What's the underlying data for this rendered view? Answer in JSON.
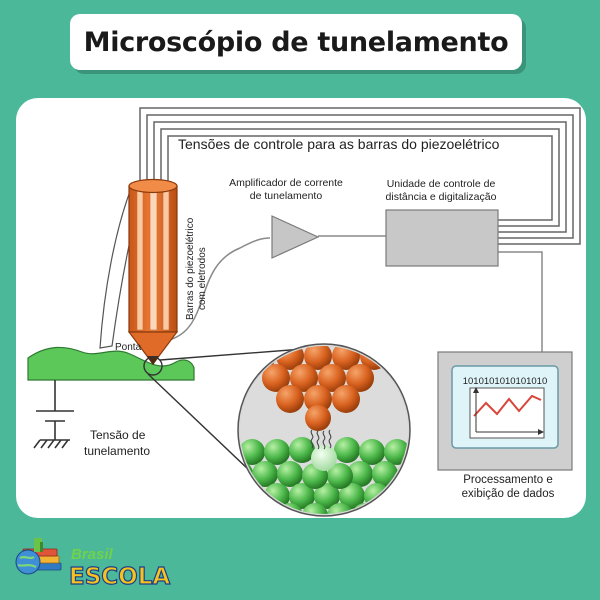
{
  "title": "Microscópio de tunelamento",
  "labels": {
    "control_voltages": "Tensões de controle para as barras do piezoelétrico",
    "amplifier_line1": "Amplificador de corrente",
    "amplifier_line2": "de tunelamento",
    "control_unit_line1": "Unidade de controle de",
    "control_unit_line2": "distância e digitalização",
    "piezo_bars_line1": "Barras do piezoelétrico",
    "piezo_bars_line2": "com eletrodos",
    "tip": "Ponta",
    "tunnel_voltage_line1": "Tensão de",
    "tunnel_voltage_line2": "tunelamento",
    "processing_line1": "Processamento e",
    "processing_line2": "exibição de dados",
    "binary_readout": "1010101010101010"
  },
  "logo": {
    "word1": "Brasil",
    "word2": "ESCOLA"
  },
  "colors": {
    "background": "#4cb89a",
    "piezo_orange": "#e06a28",
    "sample_green": "#5cc85a",
    "box_gray": "#c8c8c8",
    "graph_red": "#d9453a"
  }
}
